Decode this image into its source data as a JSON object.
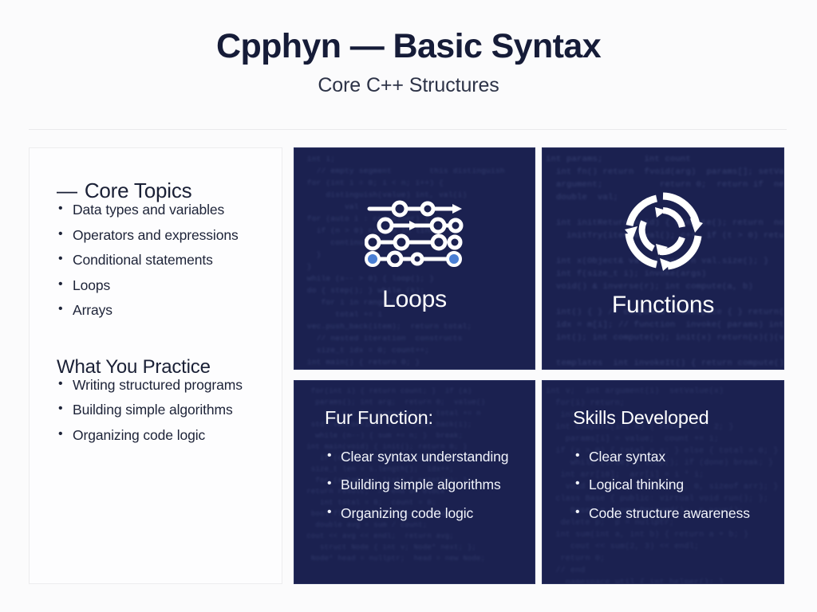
{
  "header": {
    "title": "Cpphyn — Basic Syntax",
    "subtitle": "Core C++ Structures"
  },
  "left_panel": {
    "core_topics": {
      "dash": "—",
      "heading": "Core Topics",
      "items": [
        "Data types and variables",
        "Operators and expressions",
        "Conditional statements",
        "Loops",
        "Arrays"
      ]
    },
    "practice": {
      "heading": "What You Practice",
      "items": [
        "Writing structured programs",
        "Building simple algorithms",
        "Organizing code logic"
      ]
    }
  },
  "cards": {
    "loops": {
      "caption": "Loops",
      "icon": "loop-nodes-icon",
      "code_texture": "  int i;\n    // empty segment        this distinguish\n  for (int i = 0; i < n; i++) {\n      distinguish(value) int, val(i)\n          val\n  for (auto i : container) {\n    if (n > 0) return in linear\n       continue;  break;\n    }\n  }\n  while (x-- > 0) { loop(); }\n  do { step(); } while (k);\n     for i in range(0, count):\n        total += i\n  vec.push_back(item);  return total;\n    // nested iteration  constructs\n    size_t idx = 0; count++;\n  int main() { return 0; }\n     if (flag) continue;\n   std::cout << value << std::endl;"
    },
    "functions": {
      "caption": "Functions",
      "icon": "circular-arrows-icon",
      "code_texture": "int params;        int count\n  int fn() return  fvoid(arg)  params[]; setVariable\n  argument;           return 0;  return if  new struct a\n  double  val;\n\n  int initReturn(void) { compute(); return  nonlinear int)\n    initTry(item)& val(); c++  if (t > 0) return(x)\n\n  int x(Object& val) { return val.size(); }\n  int f(size_t i); invoke(args)\n  void() & inverse(r); int compute(a, b)\n\n  int() { } // compound  namespace { } return(0)\n  idx = m[i]; // function  invoke( params) int(item)\n  int(); int compute(v); init(x) return(x)()(val\n\n  templates  int invokeIt() { return compute(); }\n  call(); size_t arg();\n\n  int execute(n) { return(count); }"
    },
    "fur_function": {
      "heading": "Fur Function:",
      "items": [
        "Clear syntax understanding",
        "Building simple algorithms",
        "Organizing code logic"
      ],
      "code_texture": "   for(int i) { return count; }  if (a)\n    params(); int arg;  return 0;  value()\n      int x = 0;  compute(i);  total += n\n   std::vector<int> v;  v.push_back(i);\n    while (n--) { sum += n; }  break;\n  int main(void) { init(); return 0; }\n     if (cond) { run(); } else { stop(); }\n   size_t len = s.length();  idx++;\n    for (auto& e : list) { print(e); }\n  return result;  // end of block\n     int total = 0;  count = 0;\n   bool flag = true;  flag = !flag;\n    double avg = sum / count;\n  cout << avg << endl;  return avg;\n     struct Node { int v; Node* next; };\n   Node* head = nullptr;  head = new Node;"
    },
    "skills": {
      "heading": "Skills Developed",
      "items": [
        "Clear syntax",
        "Logical thinking",
        "Code structure awareness"
      ],
      "code_texture": "int v;  int argument(i)  setValue(x)\n  for(i) return;\n   int idx;\n  int compute(int n) { return n * 2; }\n    params[i] = value;  count += 1;\n  if (x > 0) { total = x; } else { total = 0; }\n     while (true) { step(); if (done) break; }\n   int arr[10];  arr[i] = i * i;\n    void init() { memset(arr, 0, sizeof arr); }\n  class Base { public: virtual void run(); };\n     Base* p = new Derived();  p->run();\n   delete p;  p = nullptr;\n  int sum(int a, int b) { return a + b; }\n     cout << sum(2, 3) << endl;\n   return 0;\n  // end\n    namespace util { int helper(); }\n  auto lambda = [](int x){ return x + 1; };"
    }
  },
  "colors": {
    "page_background": "#fbfbfc",
    "card_navy": "#1b2150",
    "title_ink": "#161c38",
    "divider": "#e9eaec",
    "panel_border": "#ececee",
    "card_text": "#ffffff"
  }
}
